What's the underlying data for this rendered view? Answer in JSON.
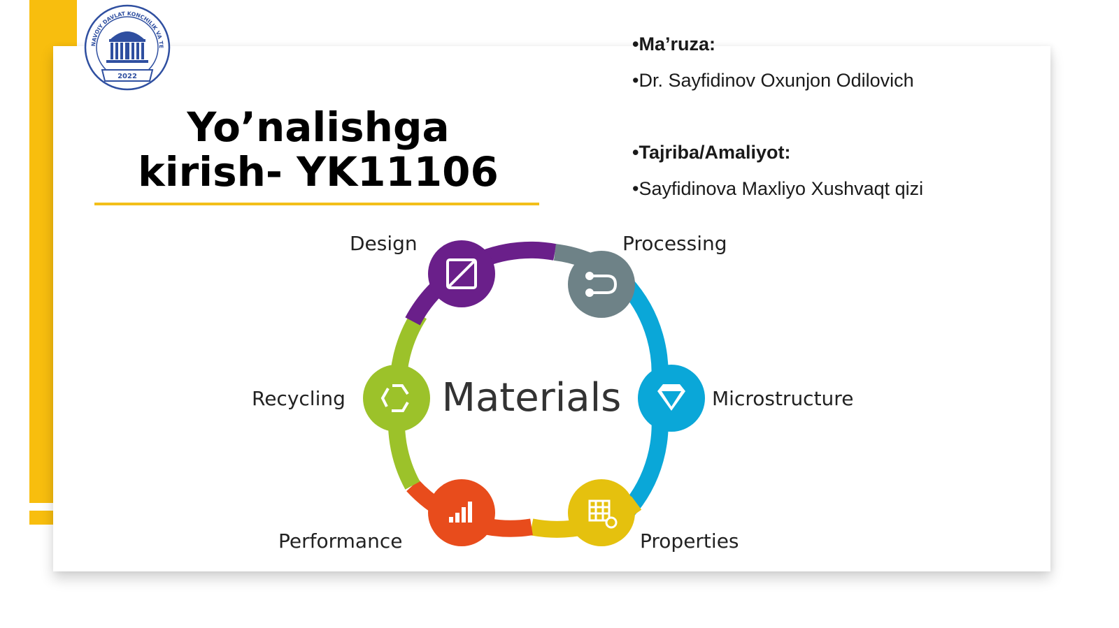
{
  "logo": {
    "ring_text": "NAVOIY DAVLAT KONCHILIK VA TEXNOLOGIYALAR UNIVERSITETI",
    "year": "2022"
  },
  "title": {
    "line1": "Yo’nalishga",
    "line2": "kirish- YK11106"
  },
  "info": {
    "lecture_label": "•Ma’ruza:",
    "lecturer": "•Dr. Sayfidinov Oxunjon Odilovich",
    "practice_label": "•Tajriba/Amaliyot:",
    "practice_teacher": "•Sayfidinova Maxliyo Xushvaqt qizi"
  },
  "cycle": {
    "center": "Materials",
    "stages": [
      {
        "label": "Design",
        "icon": "ruler-pencil-icon",
        "color": "#6a1f8a"
      },
      {
        "label": "Processing",
        "icon": "pipeline-icon",
        "color": "#6e8287"
      },
      {
        "label": "Microstructure",
        "icon": "diamond-icon",
        "color": "#0aa7d8"
      },
      {
        "label": "Properties",
        "icon": "table-gear-icon",
        "color": "#e5c10e"
      },
      {
        "label": "Performance",
        "icon": "bar-chart-icon",
        "color": "#e84c1c"
      },
      {
        "label": "Recycling",
        "icon": "recycle-icon",
        "color": "#9cc22a"
      }
    ]
  },
  "colors": {
    "accent_yellow": "#f8be0e",
    "title_underline": "#f3bf1a"
  }
}
